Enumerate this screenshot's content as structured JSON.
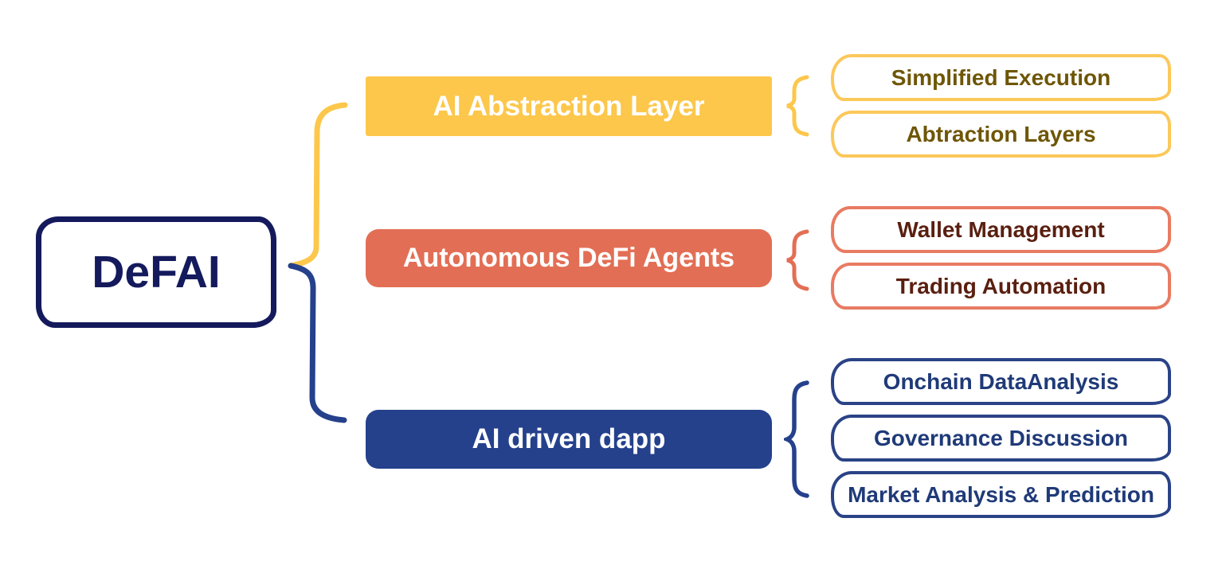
{
  "diagram": {
    "title": "DeFAI mind map",
    "root": {
      "label": "DeFAI"
    },
    "branches": [
      {
        "label": "AI Abstraction Layer",
        "fill": "#FCC74B",
        "label_color": "#FFFFFF",
        "leaf_border_color": "#FBC85A",
        "leaf_text_color": "#6E5607",
        "leaves": [
          "Simplified Execution",
          "Abtraction Layers"
        ]
      },
      {
        "label": "Autonomous DeFi Agents",
        "fill": "#E26F55",
        "label_color": "#FFFFFF",
        "leaf_border_color": "#E87B62",
        "leaf_text_color": "#5A1F10",
        "leaves": [
          "Wallet Management",
          "Trading Automation"
        ]
      },
      {
        "label": "AI driven dapp",
        "fill": "#25418C",
        "label_color": "#FFFFFF",
        "leaf_border_color": "#2A4386",
        "leaf_text_color": "#1F3A78",
        "leaves": [
          "Onchain DataAnalysis",
          "Governance Discussion",
          "Market Analysis & Prediction"
        ]
      }
    ],
    "colors": {
      "root_outline": "#141A5C",
      "root_text": "#141A5C",
      "big_brace_top": "#FCC74B",
      "big_brace_bottom": "#25418C",
      "background": "#FFFFFF"
    }
  }
}
